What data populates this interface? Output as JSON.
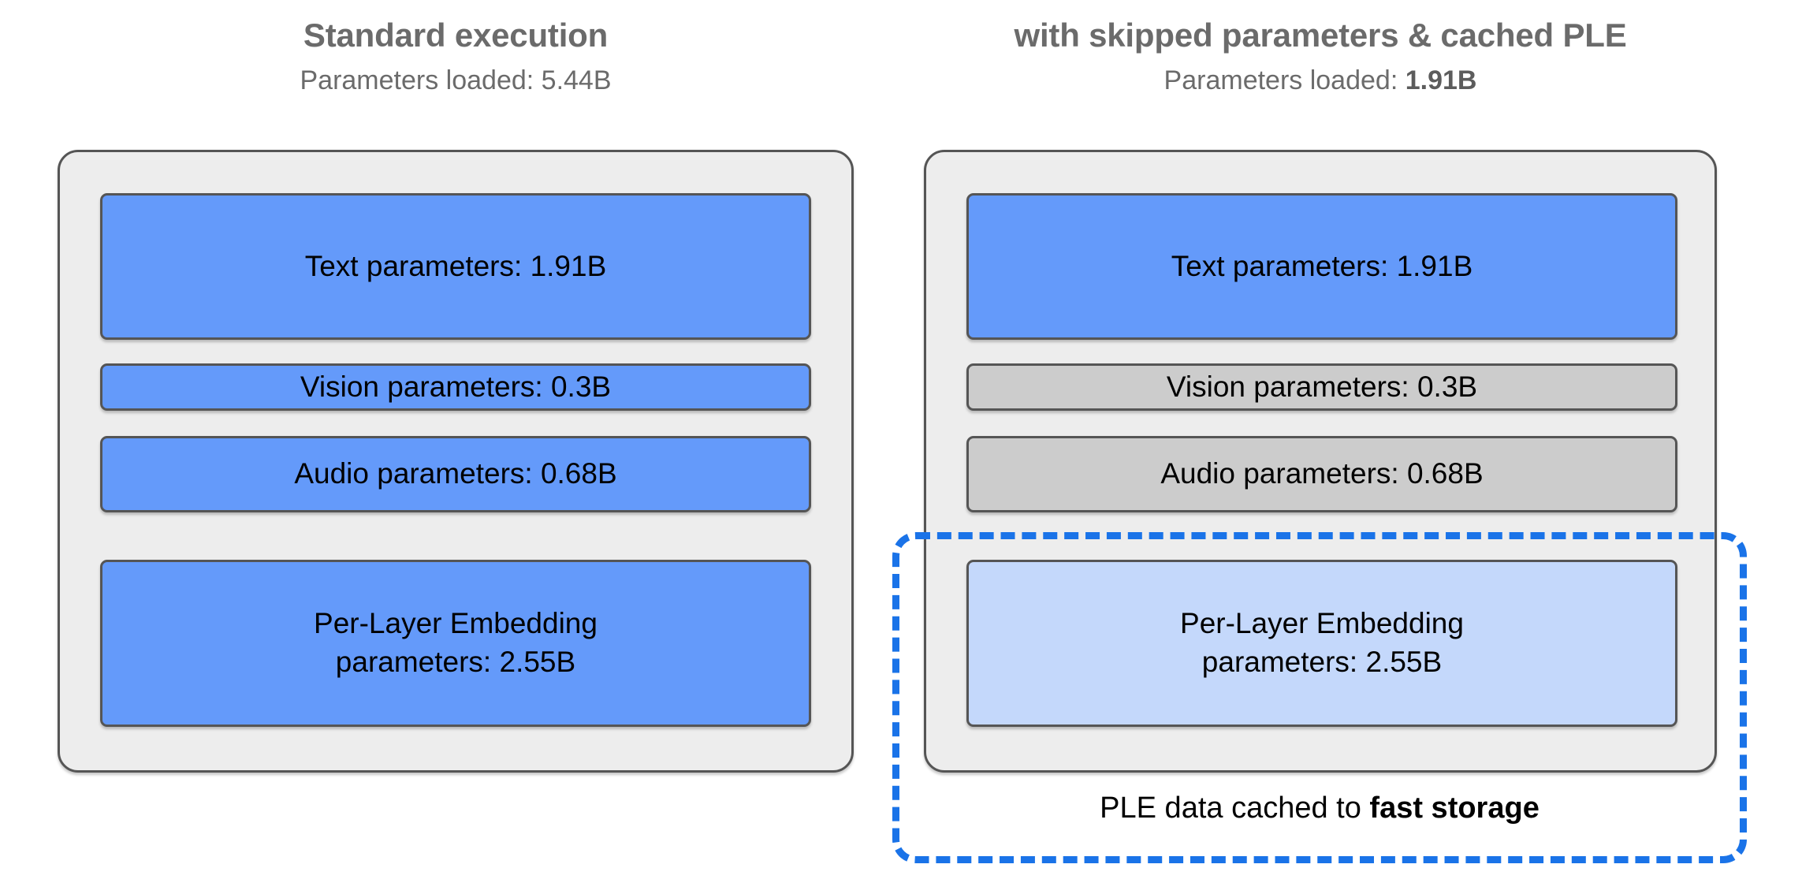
{
  "diagram": {
    "columns": [
      {
        "id": "standard",
        "title": "Standard execution",
        "subtitle_prefix": "Parameters loaded: ",
        "subtitle_value": "5.44B",
        "subtitle_value_bold": false,
        "blocks": [
          {
            "label": "Text parameters: 1.91B",
            "state": "loaded",
            "color": "#649afa"
          },
          {
            "label": "Vision parameters: 0.3B",
            "state": "loaded",
            "color": "#649afa"
          },
          {
            "label": "Audio parameters: 0.68B",
            "state": "loaded",
            "color": "#649afa"
          },
          {
            "label_line1": "Per-Layer Embedding",
            "label_line2": "parameters: 2.55B",
            "state": "loaded",
            "color": "#649afa"
          }
        ]
      },
      {
        "id": "optimized",
        "title": "with skipped parameters & cached PLE",
        "subtitle_prefix": "Parameters loaded: ",
        "subtitle_value": "1.91B",
        "subtitle_value_bold": true,
        "blocks": [
          {
            "label": "Text parameters: 1.91B",
            "state": "loaded",
            "color": "#649afa"
          },
          {
            "label": "Vision parameters: 0.3B",
            "state": "skipped",
            "color": "#cccccc"
          },
          {
            "label": "Audio parameters: 0.68B",
            "state": "skipped",
            "color": "#cccccc"
          },
          {
            "label_line1": "Per-Layer Embedding",
            "label_line2": "parameters: 2.55B",
            "state": "cached",
            "color": "#c4d8fb"
          }
        ]
      }
    ],
    "cache_annotation": {
      "caption_prefix": "PLE data cached to ",
      "caption_emphasis": "fast storage",
      "border_style": "dashed",
      "border_color": "#1a73e8"
    },
    "palette": {
      "loaded_blue": "#649afa",
      "cached_light_blue": "#c4d8fb",
      "skipped_grey": "#cccccc",
      "panel_background": "#ededed",
      "panel_border": "#555555",
      "title_text": "#6b6b6b",
      "accent_dashed": "#1a73e8",
      "page_background": "#ffffff"
    }
  }
}
